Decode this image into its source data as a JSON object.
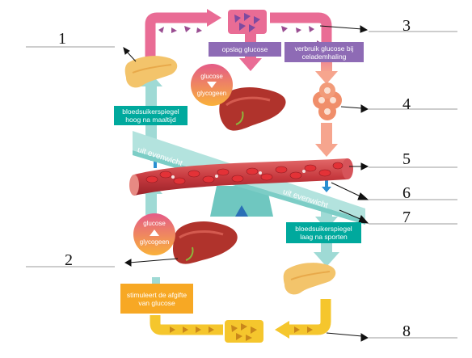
{
  "labels": {
    "n1": "1",
    "n2": "2",
    "n3": "3",
    "n4": "4",
    "n5": "5",
    "n6": "6",
    "n7": "7",
    "n8": "8"
  },
  "boxes": {
    "storage": "opslag glucose",
    "consumption": "verbruik glucose bij celademhaling",
    "high": "bloedsuikerspiegel hoog na maaltijd",
    "low": "bloedsuikerspiegel laag na sporten",
    "stimulates": "stimuleert de afgifte van glucose"
  },
  "circles": {
    "top_from": "glucose",
    "top_to": "glycogeen",
    "bottom_from": "glucose",
    "bottom_to": "glycogeen"
  },
  "banners": {
    "left": "uit evenwicht",
    "right": "uit evenwicht"
  },
  "colors": {
    "pink_path": "#e96c95",
    "peach_path": "#f6a58e",
    "teal_path": "#9fdad5",
    "teal_box": "#00a99d",
    "purple_box": "#8e6bb5",
    "orange_box": "#f7a824",
    "yellow_path": "#f5c62d",
    "vessel": "#b92e36",
    "liver": "#b0332c",
    "pancreas": "#f3c46b"
  }
}
